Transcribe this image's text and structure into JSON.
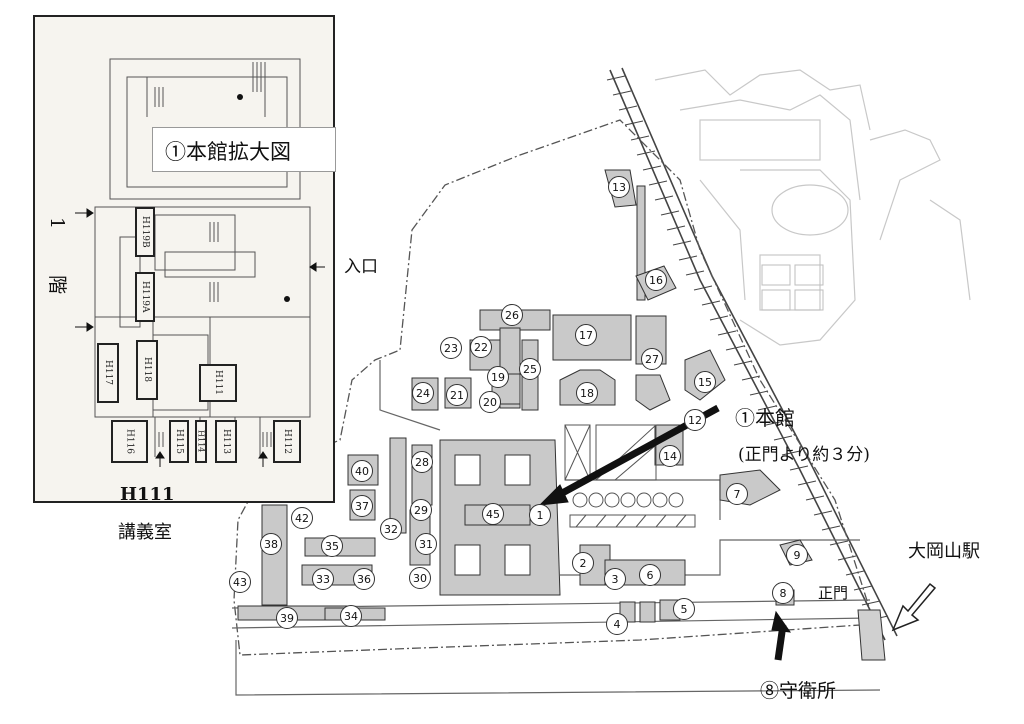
{
  "inset": {
    "title": "①本館拡大図",
    "floor": "1 階",
    "entrance": "入口",
    "target_room": "H111",
    "target_desc": "講義室",
    "rooms": [
      "H119B",
      "H119A",
      "H117",
      "H118",
      "H111",
      "H116",
      "H115",
      "H114",
      "H113",
      "H112"
    ]
  },
  "callouts": {
    "main_bldg": "①本館",
    "main_bldg_time": "(正門より約３分)",
    "station": "大岡山駅",
    "main_gate": "正門",
    "guard": "⑧守衛所"
  },
  "buildings": [
    "1",
    "2",
    "3",
    "4",
    "5",
    "6",
    "7",
    "8",
    "9",
    "12",
    "13",
    "14",
    "15",
    "16",
    "17",
    "18",
    "19",
    "20",
    "21",
    "22",
    "23",
    "24",
    "25",
    "26",
    "27",
    "28",
    "29",
    "30",
    "31",
    "32",
    "33",
    "34",
    "35",
    "36",
    "37",
    "38",
    "39",
    "40",
    "42",
    "43",
    "45"
  ],
  "colors": {
    "building_fill": "#c9c9c9",
    "outline": "#333333",
    "inset_bg": "#f6f4ef"
  }
}
